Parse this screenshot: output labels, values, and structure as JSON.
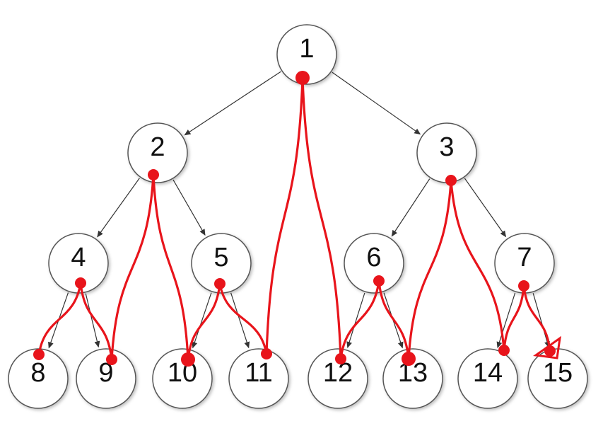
{
  "nodes": [
    {
      "id": "1",
      "label": "1"
    },
    {
      "id": "2",
      "label": "2"
    },
    {
      "id": "3",
      "label": "3"
    },
    {
      "id": "4",
      "label": "4"
    },
    {
      "id": "5",
      "label": "5"
    },
    {
      "id": "6",
      "label": "6"
    },
    {
      "id": "7",
      "label": "7"
    },
    {
      "id": "8",
      "label": "8"
    },
    {
      "id": "9",
      "label": "9"
    },
    {
      "id": "10",
      "label": "10"
    },
    {
      "id": "11",
      "label": "11"
    },
    {
      "id": "12",
      "label": "12"
    },
    {
      "id": "13",
      "label": "13"
    },
    {
      "id": "14",
      "label": "14"
    },
    {
      "id": "15",
      "label": "15"
    }
  ],
  "edges": [
    [
      "1",
      "2"
    ],
    [
      "1",
      "3"
    ],
    [
      "2",
      "4"
    ],
    [
      "2",
      "5"
    ],
    [
      "3",
      "6"
    ],
    [
      "3",
      "7"
    ],
    [
      "4",
      "8"
    ],
    [
      "4",
      "9"
    ],
    [
      "5",
      "10"
    ],
    [
      "5",
      "11"
    ],
    [
      "6",
      "12"
    ],
    [
      "6",
      "13"
    ],
    [
      "7",
      "14"
    ],
    [
      "7",
      "15"
    ]
  ],
  "traversal_order": [
    "8",
    "4",
    "9",
    "2",
    "10",
    "5",
    "11",
    "1",
    "12",
    "6",
    "13",
    "3",
    "14",
    "7",
    "15"
  ],
  "colors": {
    "trail": "#e8141b",
    "edge": "#333333",
    "node_stroke": "#555555"
  }
}
